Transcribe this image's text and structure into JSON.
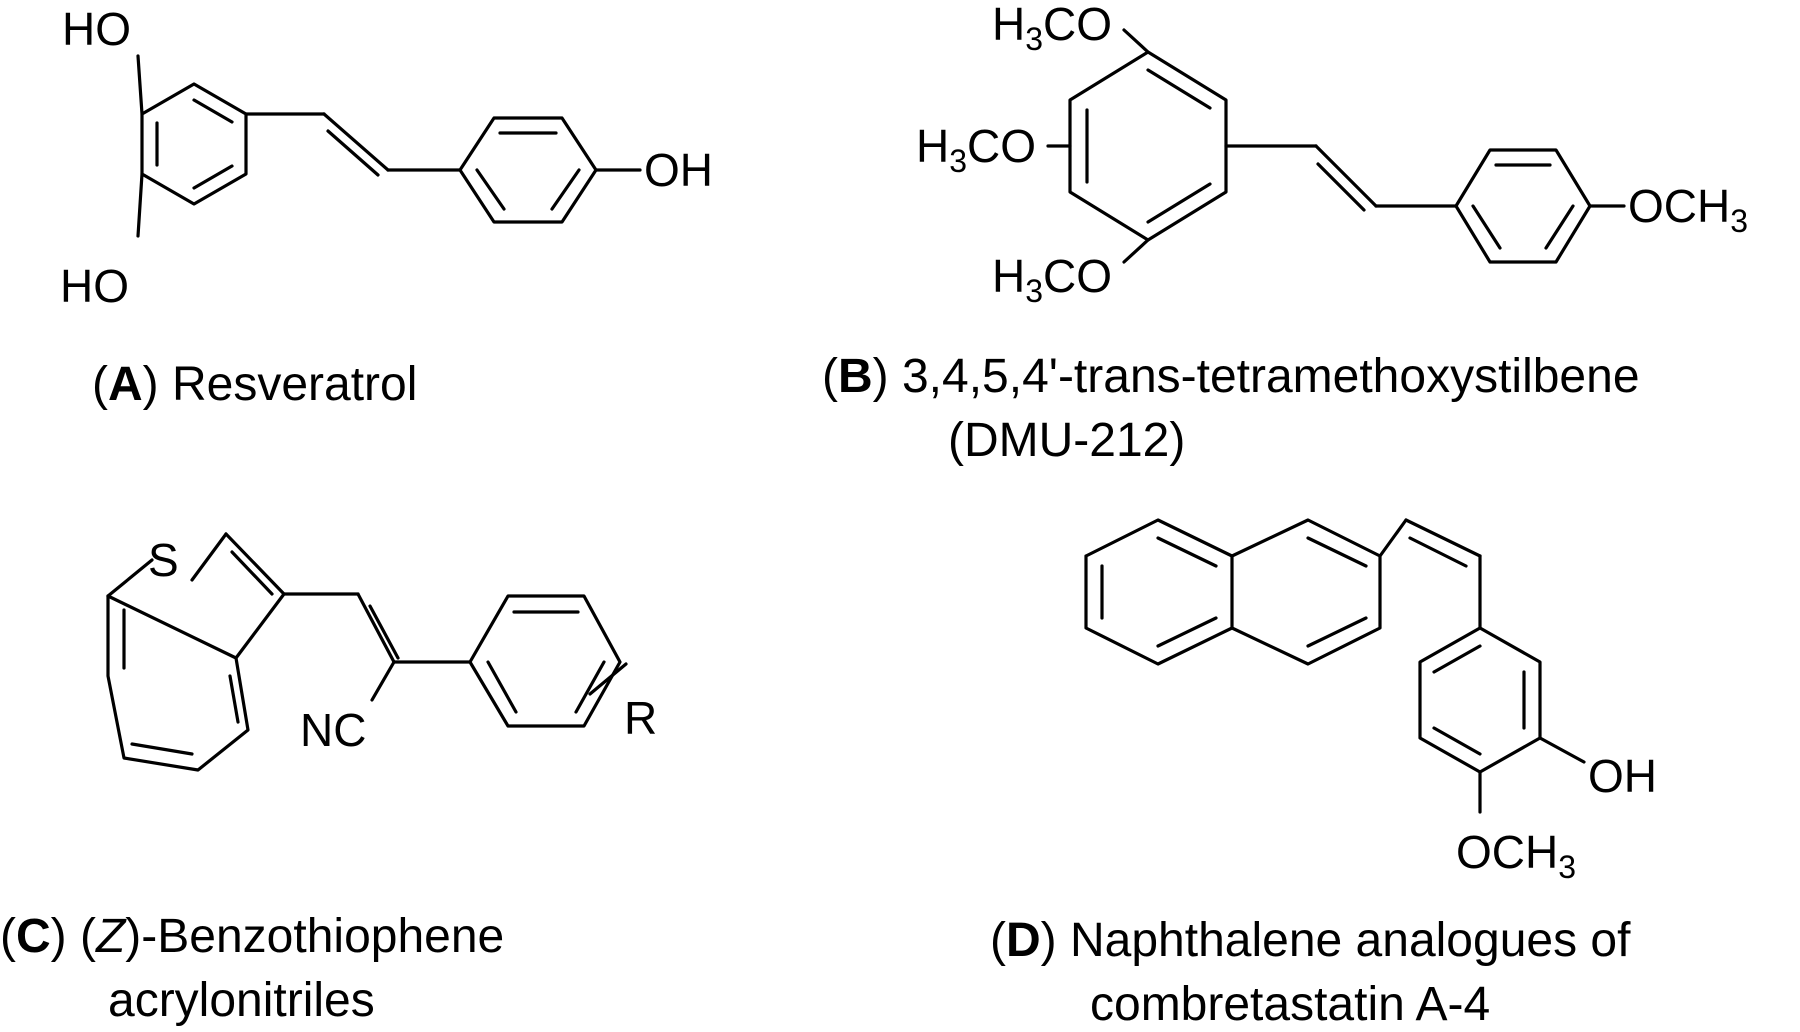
{
  "panels": {
    "a": {
      "letter": "A",
      "caption_lines": [
        "Resveratrol"
      ],
      "atoms": [
        "HO",
        "HO",
        "OH"
      ]
    },
    "b": {
      "letter": "B",
      "caption_lines": [
        "3,4,5,4'-trans-tetramethoxystilbene",
        "(DMU-212)"
      ],
      "atoms": [
        "H",
        "3",
        "CO",
        "H",
        "3",
        "CO",
        "H",
        "3",
        "CO",
        "OCH",
        "3"
      ]
    },
    "c": {
      "letter": "C",
      "caption_lines": [
        "(",
        "Z",
        ")-Benzothiophene",
        "acrylonitriles"
      ],
      "atoms": [
        "S",
        "NC",
        "R"
      ]
    },
    "d": {
      "letter": "D",
      "caption_lines": [
        "Naphthalene analogues of",
        "combretastatin A-4"
      ],
      "atoms": [
        "OH",
        "OCH",
        "3"
      ]
    }
  },
  "colors": {
    "stroke": "#000000",
    "background": "#ffffff"
  }
}
